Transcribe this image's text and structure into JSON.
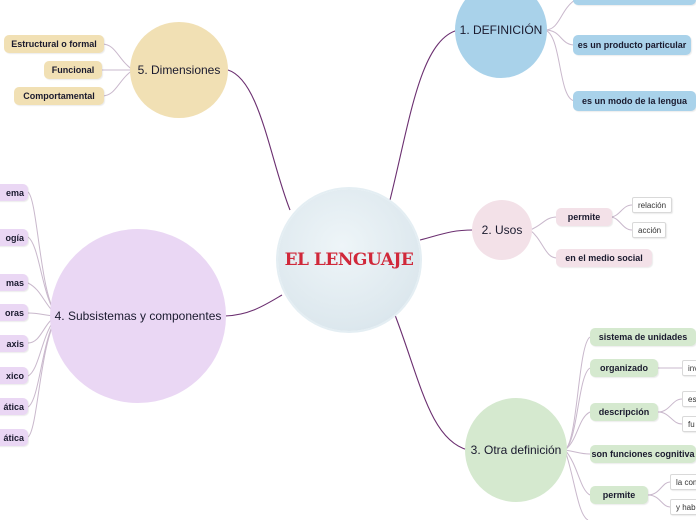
{
  "center": {
    "title": "EL LENGUAJE"
  },
  "colors": {
    "accent_title": "#d0283a",
    "definicion": "#a9d2ea",
    "usos": "#f3e1e8",
    "otra": "#d5e9cf",
    "subsistemas": "#ead7f4",
    "dimensiones": "#f1e0b4",
    "line": "#6b2f70"
  },
  "branches": {
    "definicion": {
      "title": "1. DEFINICIÓN",
      "children": [
        "es un producto particular",
        "es un modo de la lengua"
      ]
    },
    "usos": {
      "title": "2. Usos",
      "permite": {
        "label": "permite",
        "children": [
          "relación",
          "acción"
        ]
      },
      "medio": "en el medio social"
    },
    "otra": {
      "title": "3. Otra definición",
      "items": {
        "sistema": "sistema de unidades",
        "organizado": "organizado",
        "organizado_box": "inv",
        "descripcion": "descripción",
        "descripcion_box1": "es",
        "descripcion_box2": "fu",
        "funciones": "son funciones cognitiva",
        "permite": "permite",
        "permite_box1": "la com",
        "permite_box2": "y habi"
      }
    },
    "subsistemas": {
      "title": "4. Subsistemas y componentes",
      "leaves": [
        "ema",
        "ogía",
        "mas",
        "oras",
        "axis",
        "xico",
        "ática",
        "ática"
      ]
    },
    "dimensiones": {
      "title": "5. Dimensiones",
      "children": [
        "Estructural o formal",
        "Funcional",
        "Comportamental"
      ]
    }
  }
}
